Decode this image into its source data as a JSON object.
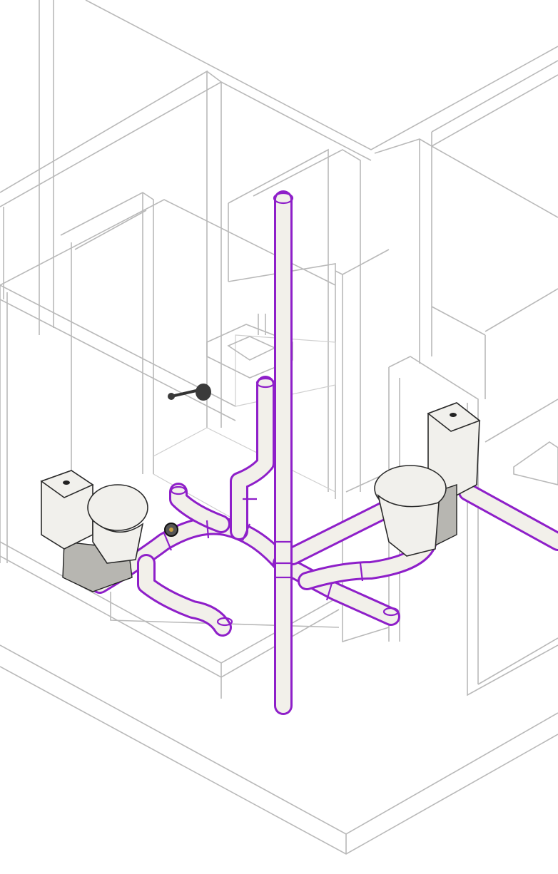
{
  "colors": {
    "pipe_outline": "#8e1fc9",
    "pipe_fill": "#f2f0ea",
    "wireframe": "#b9b9b9",
    "background": "#ffffff"
  },
  "icons": [
    "toilet-left",
    "toilet-right",
    "shower-head",
    "sink",
    "vent-stack",
    "valve"
  ]
}
